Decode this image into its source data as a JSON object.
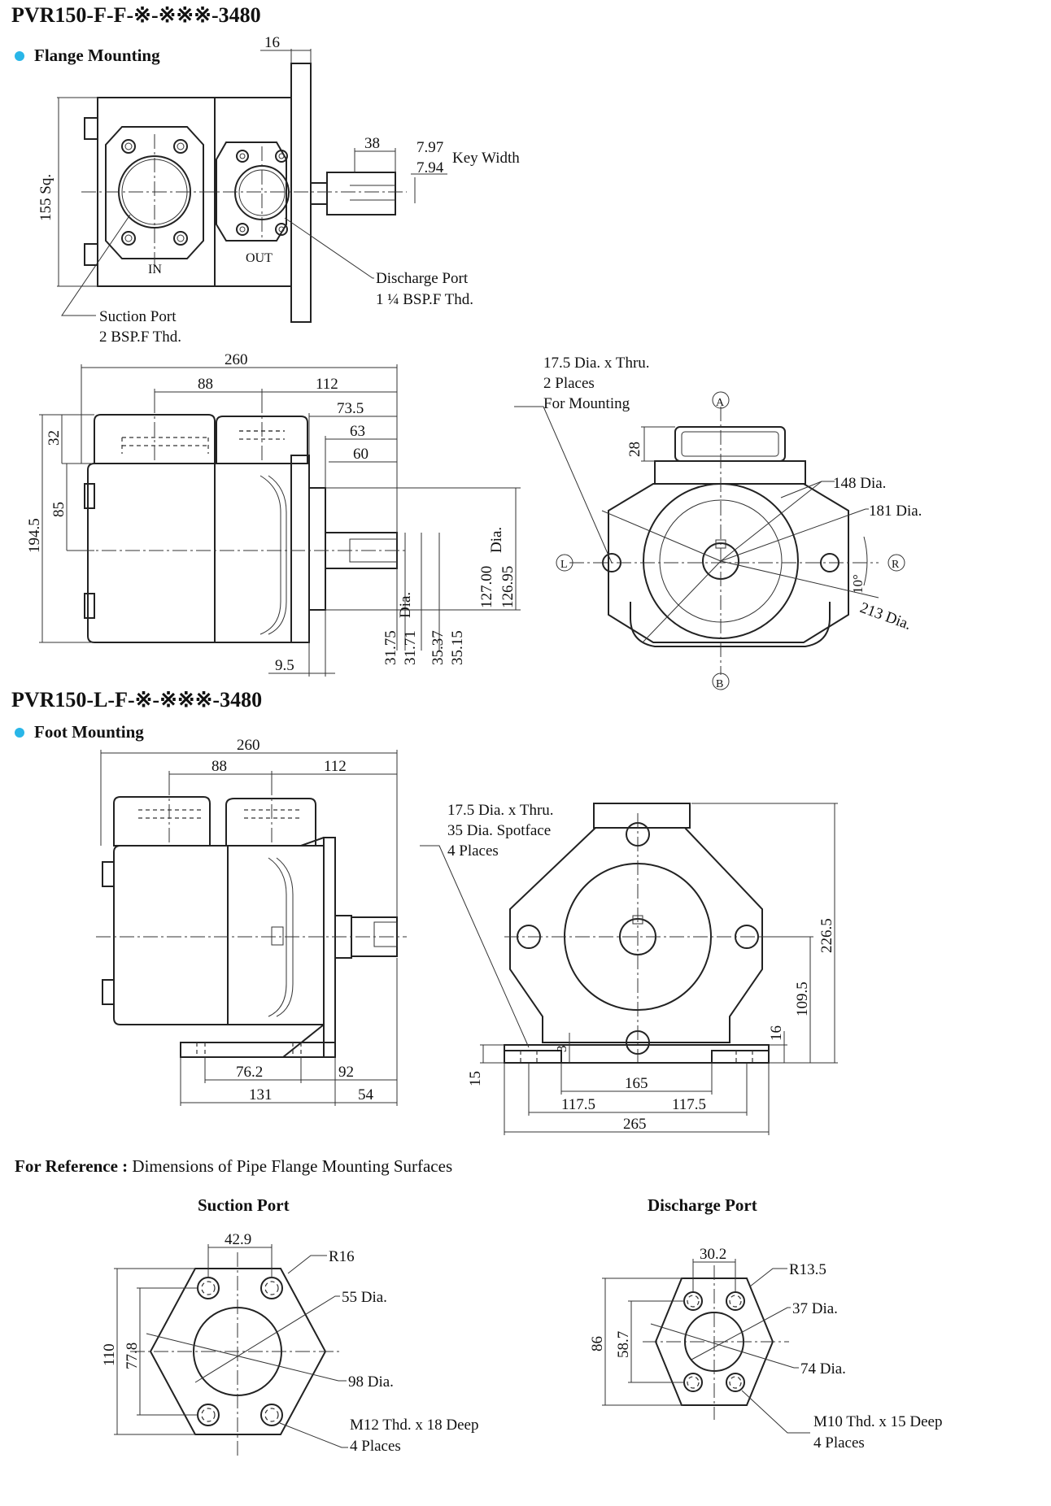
{
  "sections": {
    "flange_title": "PVR150-F-F-※-※※※-3480",
    "flange_sub": "Flange Mounting",
    "foot_title": "PVR150-L-F-※-※※※-3480",
    "foot_sub": "Foot Mounting",
    "ref_bold": "For Reference :",
    "ref_text": "Dimensions of Pipe Flange Mounting Surfaces",
    "suction_title": "Suction Port",
    "discharge_title": "Discharge Port"
  },
  "flange_front": {
    "d16": "16",
    "d155": "155 Sq.",
    "d38": "38",
    "k1": "7.97",
    "k2": "7.94",
    "key": "Key Width",
    "in": "IN",
    "out": "OUT",
    "dp1": "Discharge Port",
    "dp2": "1 ¼ BSP.F Thd.",
    "sp1": "Suction Port",
    "sp2": "2 BSP.F Thd."
  },
  "flange_side": {
    "d260": "260",
    "d88": "88",
    "d112": "112",
    "d735": "73.5",
    "d63": "63",
    "d60": "60",
    "d32": "32",
    "d85": "85",
    "d1945": "194.5",
    "d95": "9.5",
    "s1": "31.75",
    "s2": "31.71",
    "sdia": "Dia.",
    "s3": "35.37",
    "s4": "35.15",
    "p1": "127.00",
    "p2": "126.95",
    "pdia": "Dia."
  },
  "flange_end": {
    "h1": "17.5 Dia. x Thru.",
    "h2": "2 Places",
    "h3": "For Mounting",
    "a": "A",
    "b": "B",
    "l": "L",
    "r": "R",
    "d28": "28",
    "d148": "148 Dia.",
    "d181": "181 Dia.",
    "d10": "10°",
    "d213": "213 Dia."
  },
  "foot_side": {
    "d260": "260",
    "d88": "88",
    "d112": "112",
    "d762": "76.2",
    "d92": "92",
    "d131": "131",
    "d54": "54"
  },
  "foot_end": {
    "h1": "17.5 Dia. x Thru.",
    "h2": "35 Dia. Spotface",
    "h3": "4 Places",
    "d2265": "226.5",
    "d1095": "109.5",
    "d16": "16",
    "d3": "3",
    "d15": "15",
    "d165": "165",
    "d1175a": "117.5",
    "d1175b": "117.5",
    "d265": "265"
  },
  "suction": {
    "d429": "42.9",
    "r16": "R16",
    "d55": "55 Dia.",
    "d98": "98 Dia.",
    "d110": "110",
    "d778": "77.8",
    "t1": "M12 Thd. x 18 Deep",
    "t2": "4 Places"
  },
  "discharge": {
    "d302": "30.2",
    "r135": "R13.5",
    "d37": "37 Dia.",
    "d74": "74 Dia.",
    "d86": "86",
    "d587": "58.7",
    "t1": "M10 Thd. x 15 Deep",
    "t2": "4 Places"
  }
}
